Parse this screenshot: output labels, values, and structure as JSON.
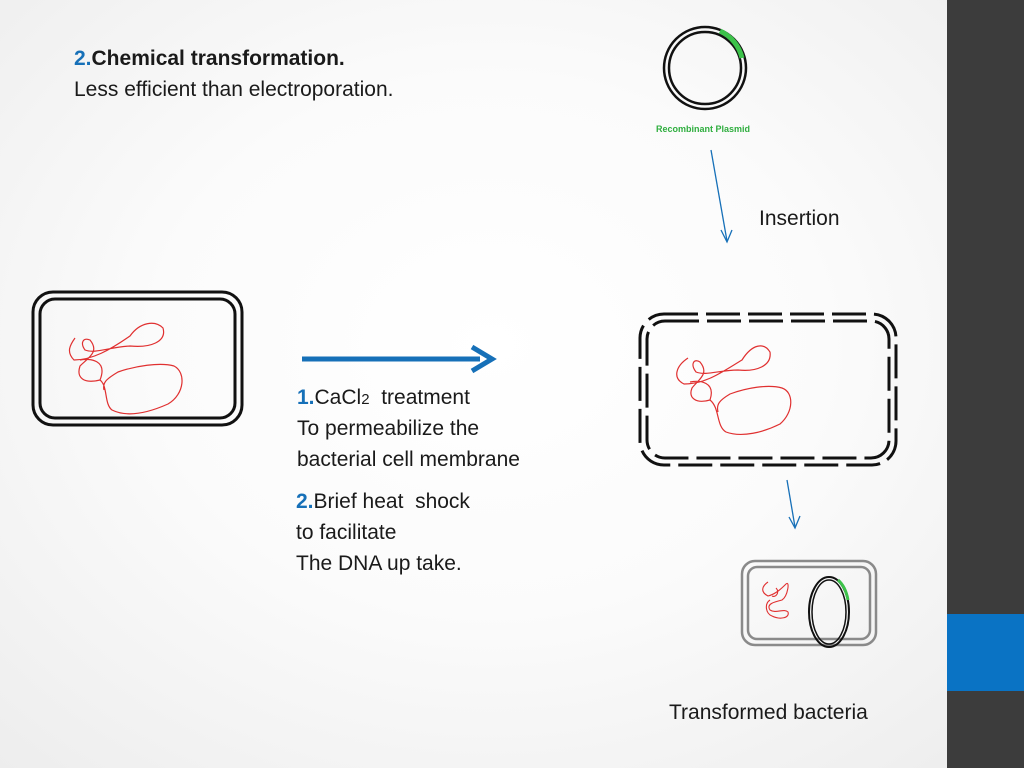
{
  "header": {
    "number": "2.",
    "title": "Chemical transformation.",
    "subtitle": "Less efficient than electroporation."
  },
  "plasmid": {
    "label": "Recombinant Plasmid",
    "ring_color": "#111111",
    "insert_color": "#3cc24a"
  },
  "labels": {
    "insertion": "Insertion",
    "transformed": "Transformed bacteria"
  },
  "steps": [
    {
      "number": "1.",
      "formula_main": "CaCl",
      "formula_sub": "2",
      "formula_rest": "  treatment",
      "lines": [
        "To permeabilize the",
        "bacterial cell membrane"
      ]
    },
    {
      "number": "2.",
      "first": "Brief heat  shock",
      "lines": [
        "to facilitate",
        "The DNA up take."
      ]
    }
  ],
  "colors": {
    "accent": "#1670b8",
    "arrow": "#1670b8",
    "dna": "#e03030",
    "sidebar": "#3c3c3c",
    "sidebar_accent": "#0a73c4"
  }
}
